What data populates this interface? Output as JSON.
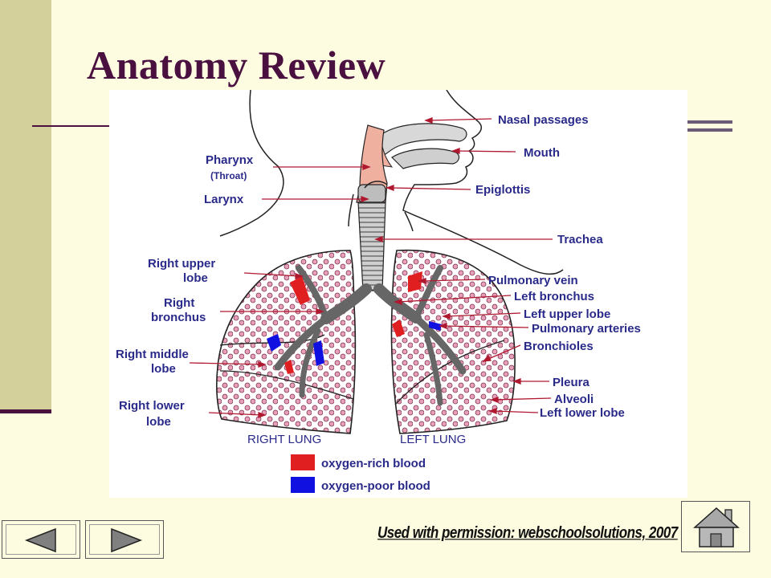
{
  "slide": {
    "title": "Anatomy Review",
    "credit": "Used with permission: webschoolsolutions, 2007"
  },
  "diagram": {
    "labels": {
      "nasal_passages": "Nasal passages",
      "mouth": "Mouth",
      "pharynx": "Pharynx",
      "throat": "(Throat)",
      "larynx": "Larynx",
      "epiglottis": "Epiglottis",
      "trachea": "Trachea",
      "right_upper_lobe_1": "Right upper",
      "right_upper_lobe_2": "lobe",
      "right_bronchus_1": "Right",
      "right_bronchus_2": "bronchus",
      "right_middle_lobe_1": "Right middle",
      "right_middle_lobe_2": "lobe",
      "right_lower_lobe_1": "Right lower",
      "right_lower_lobe_2": "lobe",
      "pulmonary_vein": "Pulmonary vein",
      "left_bronchus": "Left bronchus",
      "left_upper_lobe": "Left upper lobe",
      "pulmonary_arteries": "Pulmonary arteries",
      "bronchioles": "Bronchioles",
      "pleura": "Pleura",
      "alveoli": "Alveoli",
      "left_lower_lobe": "Left lower lobe",
      "right_lung": "RIGHT LUNG",
      "left_lung": "LEFT LUNG"
    },
    "legend": {
      "oxygen_rich": "oxygen-rich blood",
      "oxygen_poor": "oxygen-poor blood"
    },
    "colors": {
      "label_text": "#2a2a8a",
      "pointer": "#b01830",
      "oxygen_rich": "#e02020",
      "oxygen_poor": "#1010e0",
      "alveoli": "#e8a0b8",
      "pharynx": "#f0b0a0"
    }
  },
  "navigation": {
    "back_icon": "triangle-left-icon",
    "forward_icon": "triangle-right-icon",
    "home_icon": "house-icon"
  }
}
